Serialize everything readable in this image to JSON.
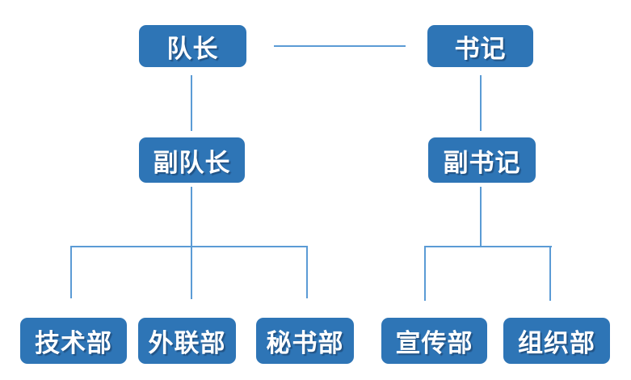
{
  "diagram": {
    "type": "org-chart",
    "colors": {
      "node_fill": "#2E75B6",
      "node_text": "#FFFFFF",
      "connector": "#5B9BD5",
      "background": "#FFFFFF"
    },
    "nodes": [
      {
        "id": "captain",
        "label": "队长",
        "level": 1
      },
      {
        "id": "secretary",
        "label": "书记",
        "level": 1
      },
      {
        "id": "vice-captain",
        "label": "副队长",
        "level": 2
      },
      {
        "id": "vice-secretary",
        "label": "副书记",
        "level": 2
      },
      {
        "id": "tech-dept",
        "label": "技术部",
        "level": 3
      },
      {
        "id": "outreach-dept",
        "label": "外联部",
        "level": 3
      },
      {
        "id": "secretariat-dept",
        "label": "秘书部",
        "level": 3
      },
      {
        "id": "publicity-dept",
        "label": "宣传部",
        "level": 3
      },
      {
        "id": "organization-dept",
        "label": "组织部",
        "level": 3
      }
    ],
    "hierarchy": [
      {
        "from": "队长",
        "relation": "peer",
        "to": [
          "书记"
        ]
      },
      {
        "from": "队长",
        "relation": "parent",
        "to": [
          "副队长"
        ]
      },
      {
        "from": "书记",
        "relation": "parent",
        "to": [
          "副书记"
        ]
      },
      {
        "from": "副队长",
        "relation": "parent",
        "to": [
          "技术部",
          "外联部",
          "秘书部"
        ]
      },
      {
        "from": "副书记",
        "relation": "parent",
        "to": [
          "宣传部",
          "组织部"
        ]
      }
    ]
  }
}
